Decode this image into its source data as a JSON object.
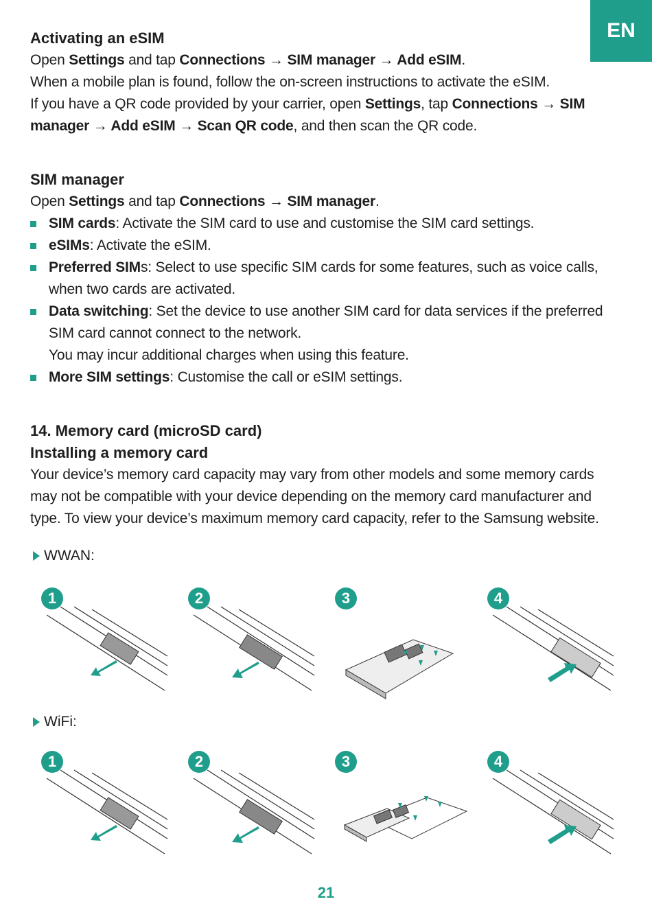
{
  "lang_tab": "EN",
  "esim": {
    "heading": "Activating an eSIM",
    "line1": {
      "a": "Open ",
      "b1": "Settings",
      "c": " and tap ",
      "b2": "Connections → SIM manager → Add eSIM",
      "d": "."
    },
    "line2": "When a mobile plan is found, follow the on-screen instructions to activate the eSIM.",
    "line3": {
      "a": "If you have a QR code provided by your carrier, open ",
      "b1": "Settings",
      "c": ", tap ",
      "b2": "Connections → SIM manager → Add eSIM → Scan QR code",
      "d": ", and then scan the QR code."
    }
  },
  "sim_manager": {
    "heading": "SIM manager",
    "intro": {
      "a": "Open ",
      "b1": "Settings",
      "c": " and tap ",
      "b2": "Connections → SIM manager",
      "d": "."
    },
    "items": [
      {
        "term": "SIM cards",
        "text": ": Activate the SIM card to use and customise the SIM card settings.",
        "note": ""
      },
      {
        "term": "eSIMs",
        "text": ": Activate the eSIM.",
        "note": ""
      },
      {
        "term": "Preferred SIM",
        "text": "s: Select to use specific SIM cards for some features, such as voice calls, when two cards are activated.",
        "note": ""
      },
      {
        "term": "Data switching",
        "text": ": Set the device to use another SIM card for data services if the preferred SIM card cannot connect to the network.",
        "note": "You may incur additional charges when using this feature."
      },
      {
        "term": "More SIM settings",
        "text": ": Customise the call or eSIM settings.",
        "note": ""
      }
    ]
  },
  "memory": {
    "heading": "14. Memory card (microSD card)",
    "subheading": "Installing a memory card",
    "body": "Your device’s memory card capacity may vary from other models and some memory cards may not be compatible with your device depending on the memory card manufacturer and type. To view your device’s maximum memory card capacity, refer to the Samsung website.",
    "wwan_label": "WWAN:",
    "wifi_label": "WiFi:",
    "steps": [
      "1",
      "2",
      "3",
      "4"
    ]
  },
  "page_number": "21",
  "colors": {
    "accent": "#1f9e8c",
    "text": "#1e1e1e"
  }
}
